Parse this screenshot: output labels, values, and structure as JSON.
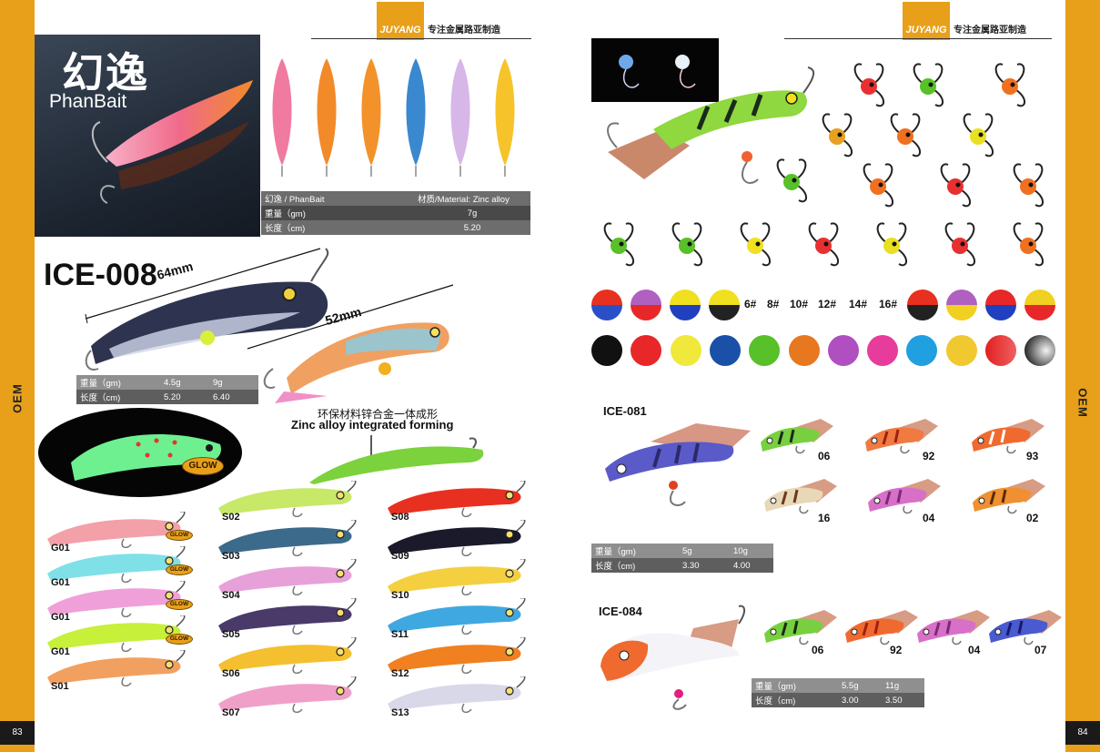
{
  "left_page": {
    "side_label": "OEM",
    "page_number": "83",
    "brand": {
      "logo": "JUYANG",
      "tagline": "专注金属路亚制造"
    },
    "phanbait": {
      "title_cn": "幻逸",
      "title_en": "PhanBait",
      "colors": [
        "#f07aa0",
        "#f28a2a",
        "#f3922a",
        "#3a88d0",
        "#d7b6e8",
        "#f6c42a"
      ],
      "table": [
        {
          "label": "幻逸 / PhanBait",
          "value": "材质/Material: Zinc alloy"
        },
        {
          "label": "重量（gm)",
          "value": "7g"
        },
        {
          "label": "长度（cm)",
          "value": "5.20"
        }
      ]
    },
    "ice008": {
      "model": "ICE-008",
      "dim_large": "64mm",
      "dim_small": "52mm",
      "table": [
        {
          "label": "重量（gm)",
          "v1": "4.5g",
          "v2": "9g"
        },
        {
          "label": "长度（cm)",
          "v1": "5.20",
          "v2": "6.40"
        }
      ]
    },
    "glow_badge": "GLOW",
    "caption_cn": "环保材料锌合金一体成形",
    "caption_en": "Zinc alloy integrated forming",
    "variants_col1": [
      {
        "code": "G01",
        "glow": "GLOW",
        "color": "#f3a0a8"
      },
      {
        "code": "G01",
        "glow": "GLOW",
        "color": "#7fe0e8"
      },
      {
        "code": "G01",
        "glow": "GLOW",
        "color": "#f0a0d8"
      },
      {
        "code": "G01",
        "glow": "GLOW",
        "color": "#c6f03a"
      },
      {
        "code": "S01",
        "glow": "",
        "color": "#f2a060"
      }
    ],
    "variants_col2": [
      {
        "code": "S02",
        "color": "#c8e868"
      },
      {
        "code": "S03",
        "color": "#3c6a8a"
      },
      {
        "code": "S04",
        "color": "#e8a0d8"
      },
      {
        "code": "S05",
        "color": "#4a3a6a"
      },
      {
        "code": "S06",
        "color": "#f4c030"
      },
      {
        "code": "S07",
        "color": "#f0a0c8"
      }
    ],
    "variants_col3": [
      {
        "code": "S08",
        "color": "#e83020"
      },
      {
        "code": "S09",
        "color": "#1a1a2a"
      },
      {
        "code": "S10",
        "color": "#f4d040"
      },
      {
        "code": "S11",
        "color": "#40a8e0"
      },
      {
        "code": "S12",
        "color": "#f08020"
      },
      {
        "code": "S13",
        "color": "#d8d8e8"
      }
    ]
  },
  "right_page": {
    "side_label": "OEM",
    "page_number": "84",
    "brand": {
      "logo": "JUYANG",
      "tagline": "专注金属路亚制造"
    },
    "hook_sizes": [
      "6#",
      "8#",
      "10#",
      "12#",
      "14#",
      "16#"
    ],
    "split_dots_left": [
      {
        "top": "#e83020",
        "bottom": "#2a50c8"
      },
      {
        "top": "#b060c0",
        "bottom": "#e82828"
      },
      {
        "top": "#f0e020",
        "bottom": "#2040c0"
      },
      {
        "top": "#f0e020",
        "bottom": "#222222"
      }
    ],
    "split_dots_right": [
      {
        "top": "#e83020",
        "bottom": "#222222"
      },
      {
        "top": "#b060c0",
        "bottom": "#f0d020"
      },
      {
        "top": "#e82828",
        "bottom": "#2040c0"
      },
      {
        "top": "#f0d020",
        "bottom": "#e82828"
      }
    ],
    "solid_colors": [
      "#111111",
      "#e82828",
      "#f0e83a",
      "#1a50a8",
      "#58c028",
      "#e87820",
      "#b050c0",
      "#e83c9c",
      "#20a0e0",
      "#f0c830",
      "#e03030",
      "#b0b0b0"
    ],
    "ice081": {
      "model": "ICE-081",
      "variants": [
        "06",
        "92",
        "93",
        "16",
        "04",
        "02"
      ],
      "table": [
        {
          "label": "重量（gm)",
          "v1": "5g",
          "v2": "10g"
        },
        {
          "label": "长度（cm)",
          "v1": "3.30",
          "v2": "4.00"
        }
      ]
    },
    "ice084": {
      "model": "ICE-084",
      "variants": [
        "06",
        "92",
        "04",
        "07"
      ],
      "table": [
        {
          "label": "重量（gm)",
          "v1": "5.5g",
          "v2": "11g"
        },
        {
          "label": "长度（cm)",
          "v1": "3.00",
          "v2": "3.50"
        }
      ]
    }
  }
}
